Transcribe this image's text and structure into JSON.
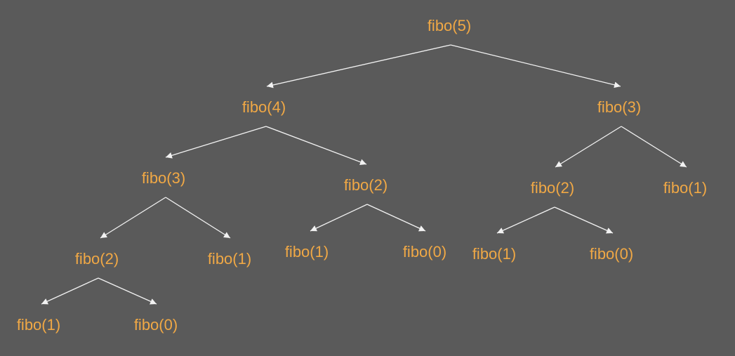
{
  "colors": {
    "background": "#5a5a5a",
    "label": "#f0a845",
    "edge": "#f2f2f2"
  },
  "diagram": {
    "nodes": [
      {
        "id": "n0",
        "label": "fibo(5)"
      },
      {
        "id": "n1",
        "label": "fibo(4)"
      },
      {
        "id": "n2",
        "label": "fibo(3)"
      },
      {
        "id": "n3",
        "label": "fibo(3)"
      },
      {
        "id": "n4",
        "label": "fibo(2)"
      },
      {
        "id": "n5",
        "label": "fibo(2)"
      },
      {
        "id": "n6",
        "label": "fibo(1)"
      },
      {
        "id": "n7",
        "label": "fibo(2)"
      },
      {
        "id": "n8",
        "label": "fibo(1)"
      },
      {
        "id": "n9",
        "label": "fibo(1)"
      },
      {
        "id": "n10",
        "label": "fibo(0)"
      },
      {
        "id": "n11",
        "label": "fibo(1)"
      },
      {
        "id": "n12",
        "label": "fibo(0)"
      },
      {
        "id": "n13",
        "label": "fibo(1)"
      },
      {
        "id": "n14",
        "label": "fibo(0)"
      }
    ],
    "edges": [
      {
        "from": "n0",
        "to": "n1"
      },
      {
        "from": "n0",
        "to": "n2"
      },
      {
        "from": "n1",
        "to": "n3"
      },
      {
        "from": "n1",
        "to": "n4"
      },
      {
        "from": "n2",
        "to": "n5"
      },
      {
        "from": "n2",
        "to": "n6"
      },
      {
        "from": "n3",
        "to": "n7"
      },
      {
        "from": "n3",
        "to": "n8"
      },
      {
        "from": "n4",
        "to": "n9"
      },
      {
        "from": "n4",
        "to": "n10"
      },
      {
        "from": "n5",
        "to": "n11"
      },
      {
        "from": "n5",
        "to": "n12"
      },
      {
        "from": "n7",
        "to": "n13"
      },
      {
        "from": "n7",
        "to": "n14"
      }
    ]
  }
}
